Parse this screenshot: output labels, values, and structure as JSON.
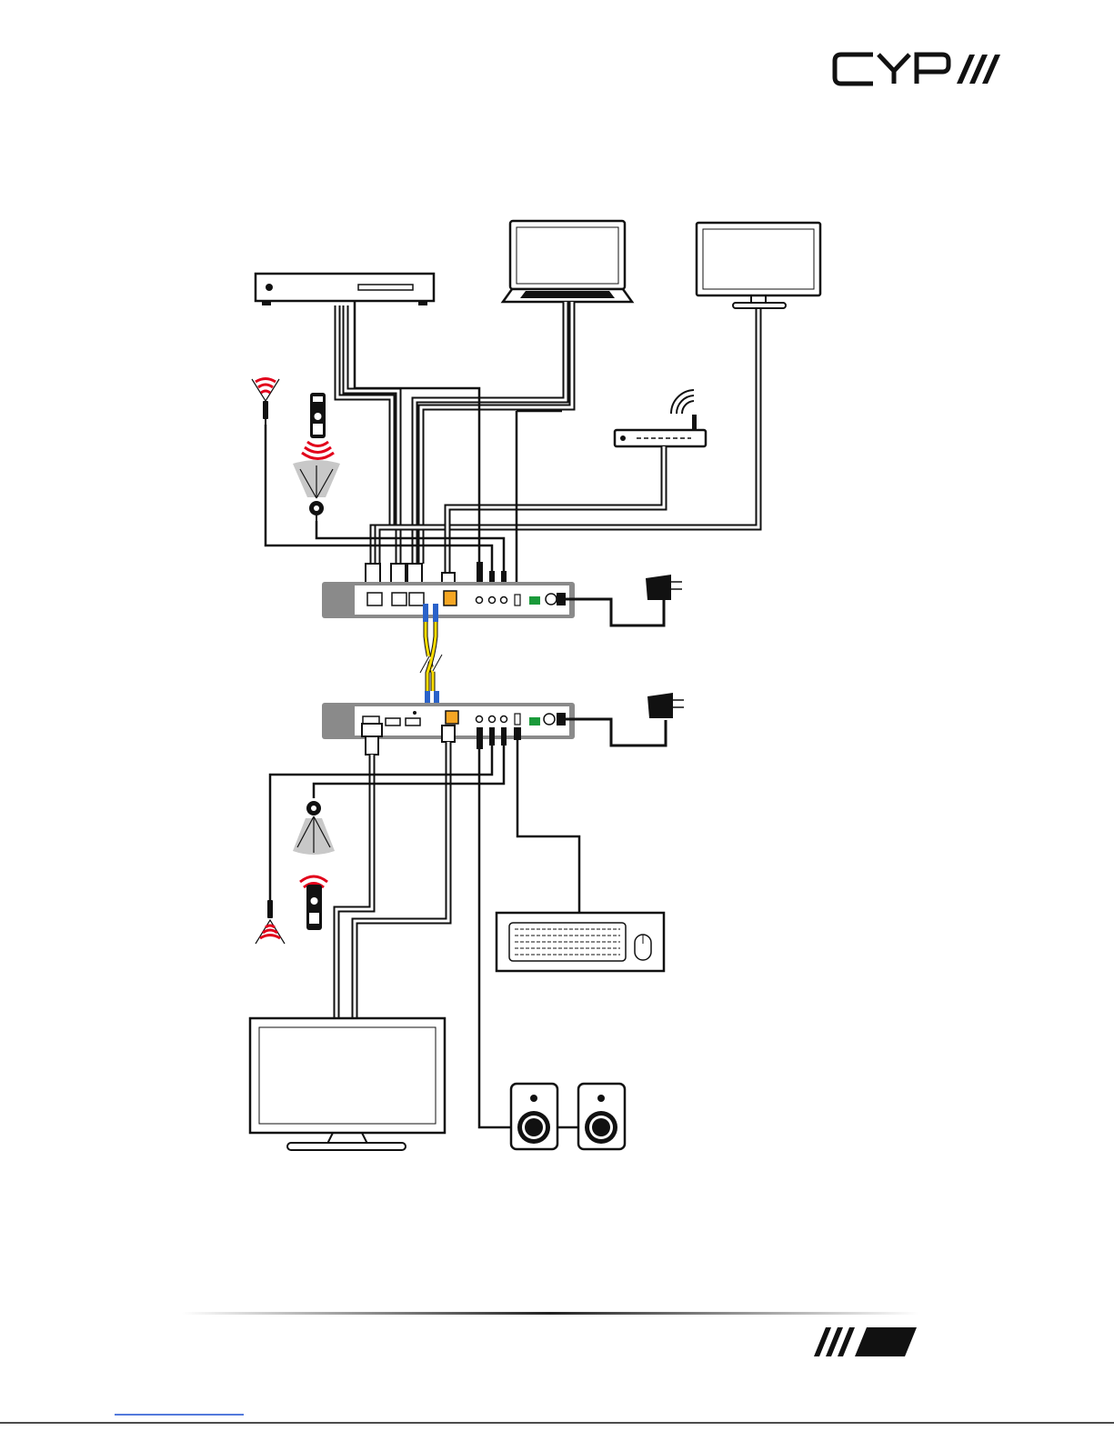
{
  "brand": {
    "logo_text": "CYP",
    "logo_color": "#111111"
  },
  "colors": {
    "ir_red": "#e2001a",
    "fiber_yellow": "#ffdd00",
    "fiber_blue": "#2a62c9",
    "cable_black": "#111111",
    "cable_grey": "#bcbcbc",
    "panel_grey": "#8a8a8a",
    "lan_orange": "#f5a623"
  },
  "devices": {
    "blu_ray_player": "blu-ray-player-icon",
    "laptop": "laptop-icon",
    "monitor": "monitor-icon",
    "router": "wifi-router-icon",
    "transmitter": "transmitter-unit",
    "receiver": "receiver-unit",
    "power_adapter": "power-adapter-icon",
    "keyboard_mouse": "keyboard-mouse-icon",
    "tv": "tv-icon",
    "speakers": "speakers-icon",
    "ir_remote": "ir-remote-icon",
    "ir_blaster": "ir-blaster-icon",
    "ir_receiver": "ir-receiver-icon"
  }
}
